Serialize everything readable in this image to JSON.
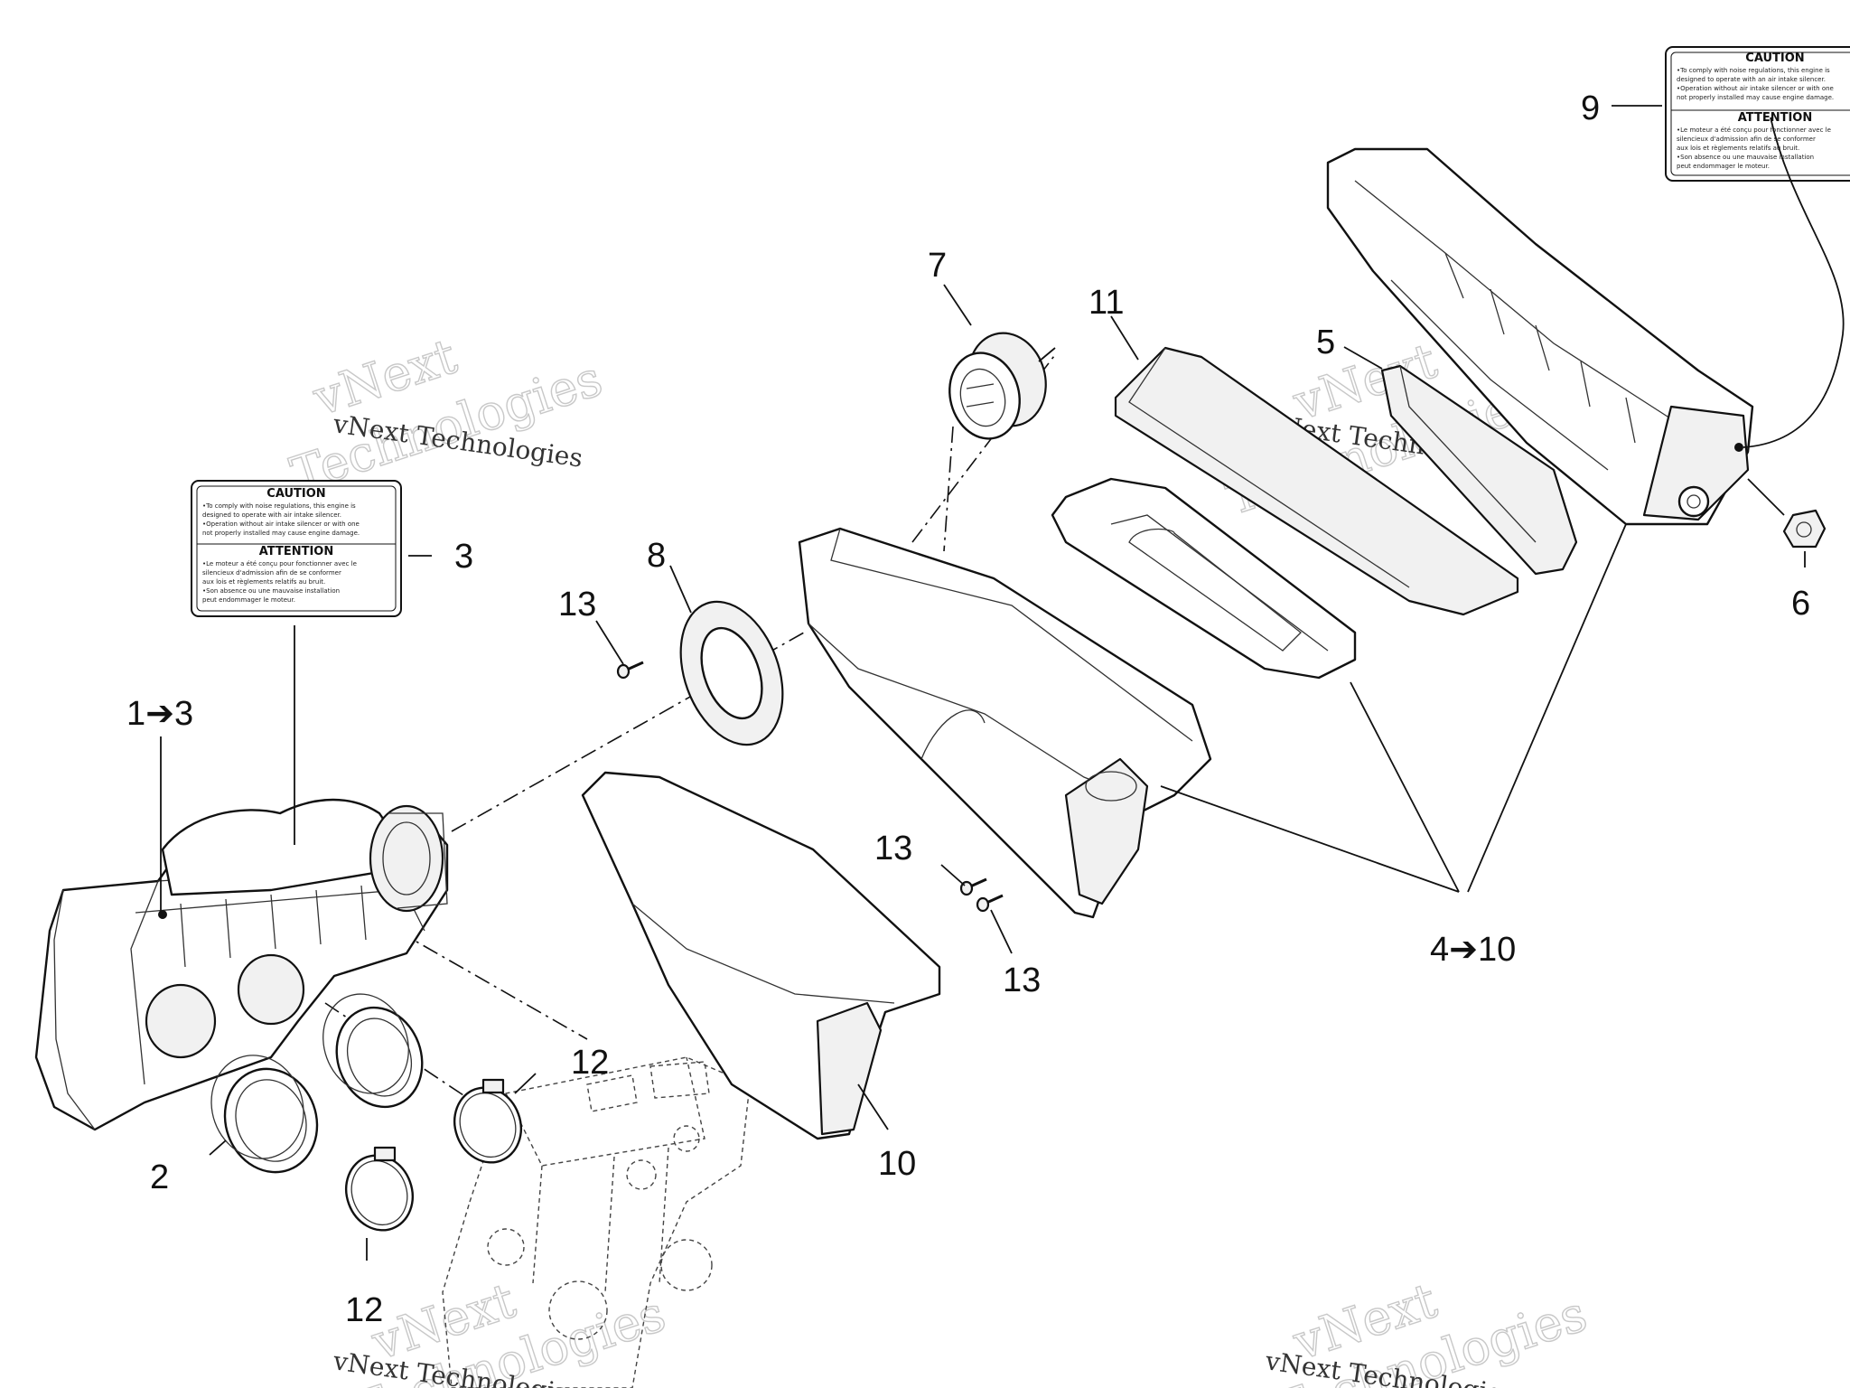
{
  "callouts": {
    "p1_3": "1➔3",
    "p2": "2",
    "p3": "3",
    "p4_10": "4➔10",
    "p5": "5",
    "p6": "6",
    "p7": "7",
    "p8": "8",
    "p9": "9",
    "p10": "10",
    "p11": "11",
    "p12_a": "12",
    "p12_b": "12",
    "p13_a": "13",
    "p13_b": "13",
    "p13_c": "13"
  },
  "labels": {
    "left": {
      "title_1": "CAUTION",
      "text_1": [
        "•To comply with noise regulations, this engine is",
        "designed to operate with air intake silencer.",
        "•Operation without air intake silencer or with one",
        "not properly installed may cause engine damage."
      ],
      "title_2": "ATTENTION",
      "text_2": [
        "•Le moteur a été conçu pour fonctionner avec le",
        "silencieux d'admission afin de se conformer",
        "aux lois et règlements relatifs au bruit.",
        "•Son absence ou une mauvaise installation",
        "peut endommager le moteur."
      ]
    },
    "right": {
      "title_1": "CAUTION",
      "text_1": [
        "•To comply with noise regulations, this engine is",
        "designed to operate with an air intake silencer.",
        "•Operation without air intake silencer or with one",
        "not properly installed may cause engine damage."
      ],
      "title_2": "ATTENTION",
      "text_2": [
        "•Le moteur a été conçu pour fonctionner avec le",
        "silencieux d'admission afin de se conformer",
        "aux lois et règlements relatifs au bruit.",
        "•Son absence ou une mauvaise installation",
        "peut endommager le moteur."
      ]
    }
  },
  "watermarks": {
    "brand_line": "vNext Technologies",
    "big_word_1": "vNext",
    "big_word_2": "Technologies"
  }
}
